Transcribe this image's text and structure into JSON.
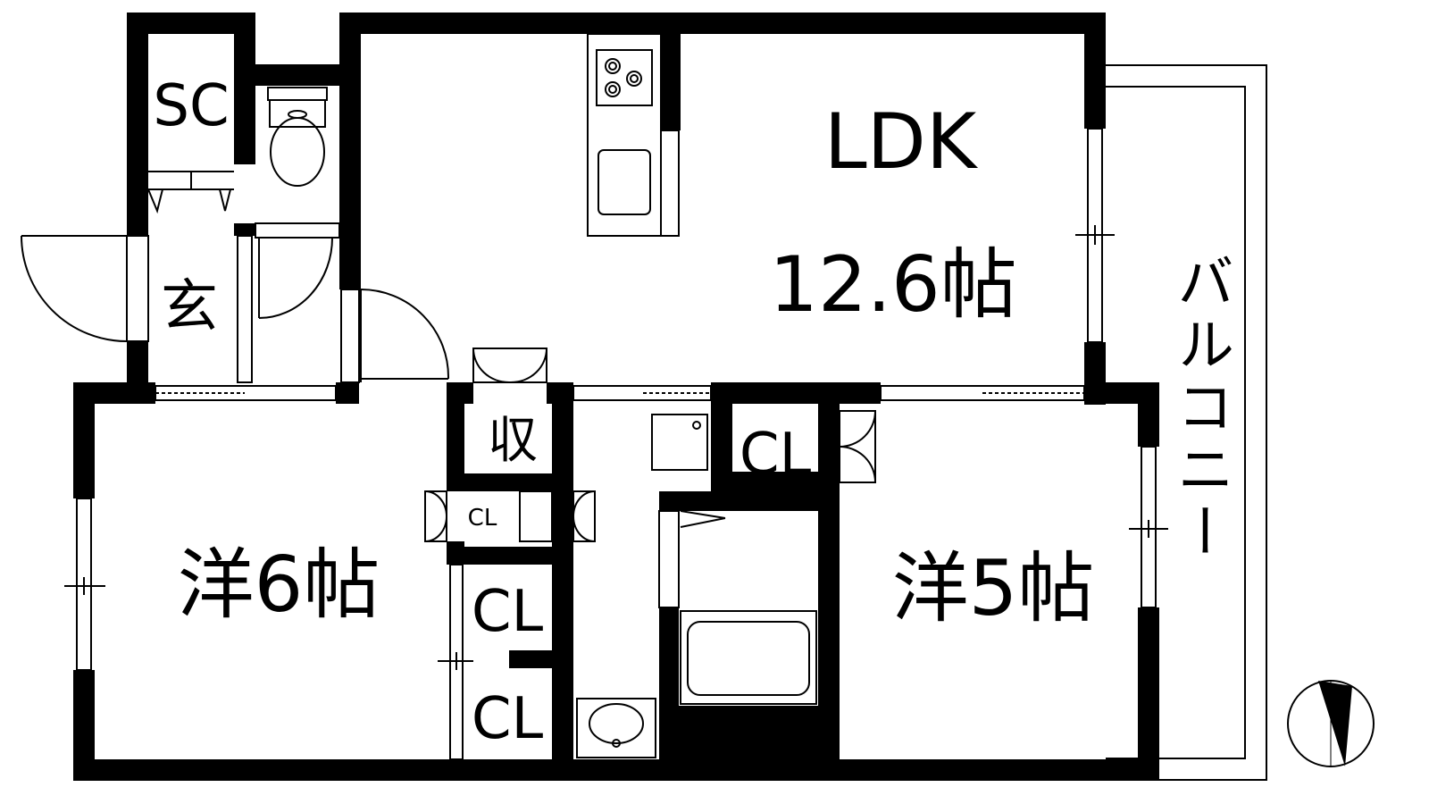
{
  "rooms": {
    "ldk_name": "LDK",
    "ldk_size": "12.6帖",
    "western_left": "洋6帖",
    "western_right": "洋5帖",
    "entrance": "玄",
    "shoe_closet": "SC",
    "storage": "収",
    "balcony": "バルコニー"
  },
  "closets": {
    "small": "CL",
    "middle_upper": "CL",
    "middle_lower": "CL",
    "right": "CL"
  },
  "fixtures": [
    "stove",
    "kitchen-sink",
    "toilet",
    "washing-machine",
    "bathtub",
    "washbasin"
  ],
  "icons": [
    "compass-icon"
  ]
}
